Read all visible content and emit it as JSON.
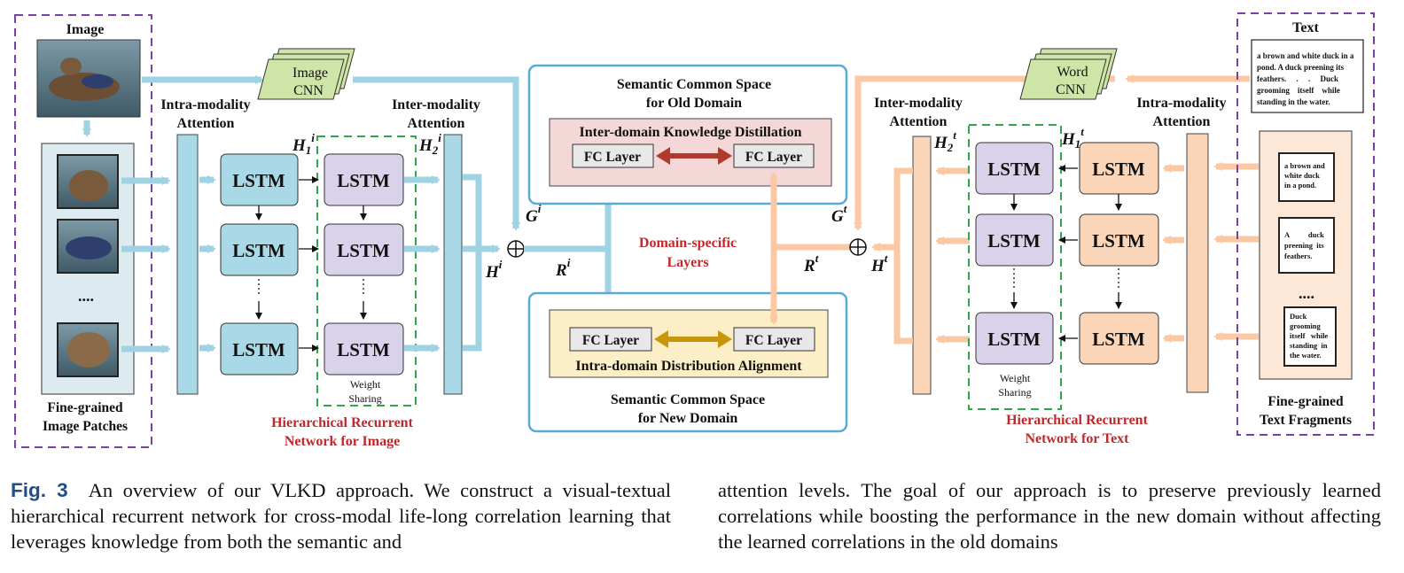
{
  "image_panel": {
    "title": "Image",
    "patches_label_line1": "Fine-grained",
    "patches_label_line2": "Image Patches",
    "ellipsis": "...."
  },
  "text_panel": {
    "title": "Text",
    "full_text_lines": [
      "a brown and white duck in a",
      "pond. A duck preening its",
      "feathers.     .     .     Duck",
      "grooming    itself    while",
      "standing in the water."
    ],
    "fragments": [
      [
        "a brown and",
        "white duck",
        "in a pond."
      ],
      [
        "A          duck",
        "preening  its",
        "feathers."
      ],
      [
        "Duck",
        "grooming",
        "itself   while",
        "standing  in",
        "the water."
      ]
    ],
    "ellipsis": "....",
    "fragments_label_line1": "Fine-grained",
    "fragments_label_line2": "Text Fragments"
  },
  "cnn": {
    "image_line1": "Image",
    "image_line2": "CNN",
    "word_line1": "Word",
    "word_line2": "CNN"
  },
  "attention": {
    "intra_line1": "Intra-modality",
    "intra_line2": "Attention",
    "inter_line1": "Inter-modality",
    "inter_line2": "Attention"
  },
  "lstm_label": "LSTM",
  "weight_sharing_line1": "Weight",
  "weight_sharing_line2": "Sharing",
  "hrn_image_line1": "Hierarchical Recurrent",
  "hrn_image_line2": "Network for Image",
  "hrn_text_line1": "Hierarchical Recurrent",
  "hrn_text_line2": "Network for Text",
  "symbols": {
    "h1": "H",
    "h1_sub": "1",
    "h2": "H",
    "h2_sub": "2",
    "sup_i": "i",
    "sup_t": "t",
    "H": "H",
    "G": "G",
    "R": "R",
    "oplus": "⊕"
  },
  "old_domain": {
    "title_line1": "Semantic Common Space",
    "title_line2": "for Old Domain",
    "distill_label": "Inter-domain Knowledge Distillation"
  },
  "new_domain": {
    "title_line1": "Semantic Common Space",
    "title_line2": "for New Domain",
    "align_label": "Intra-domain Distribution Alignment"
  },
  "fc_layer": "FC Layer",
  "domain_specific_line1": "Domain-specific",
  "domain_specific_line2": "Layers",
  "caption": {
    "fig_label": "Fig. 3",
    "col1": "An overview of our VLKD approach. We construct a visual-textual hierarchical recurrent network for cross-modal life-long correlation learning that leverages knowledge from both the semantic and",
    "col2": "attention levels. The goal of our approach is to preserve previously learned correlations while boosting the performance in the new domain without affecting the learned correlations in the old domains"
  },
  "colors": {
    "blue_arrow": "#9fd3e3",
    "orange_arrow": "#fbc8a4",
    "lstm_blue": "#a9d8e6",
    "lstm_purple": "#d9d2ea",
    "lstm_orange": "#fbd5b8",
    "cnn_green": "#cfe5a8",
    "old_domain_fill": "#f4d7d7",
    "new_domain_fill": "#fcefc7",
    "distill_arrow": "#b03a2e",
    "align_arrow": "#c9950a",
    "dashed_purple": "#7b3fa8",
    "dashed_green": "#2ea84a",
    "red_text": "#c0282b",
    "panel_border_blue": "#5aa9d6"
  }
}
